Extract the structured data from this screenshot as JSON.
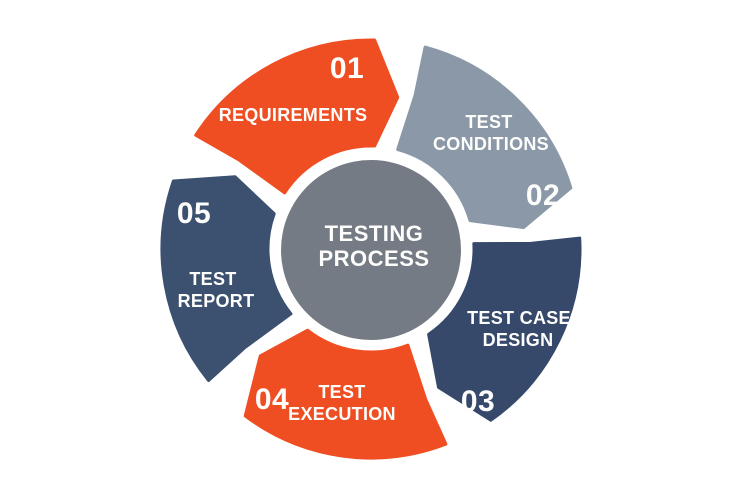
{
  "diagram": {
    "background_color": "#ffffff",
    "text_color": "#fdfdfc",
    "center": {
      "title_lines": [
        "TESTING",
        "PROCESS"
      ],
      "color": "#757b84",
      "text_color": "#fdfdfc"
    },
    "segments": [
      {
        "id": "requirements",
        "number": "01",
        "label_lines": [
          "REQUIREMENTS"
        ],
        "color": "#ef4e23"
      },
      {
        "id": "test-conditions",
        "number": "02",
        "label_lines": [
          "TEST",
          "CONDITIONS"
        ],
        "color": "#8b98a7"
      },
      {
        "id": "test-case-design",
        "number": "03",
        "label_lines": [
          "TEST CASE",
          "DESIGN"
        ],
        "color": "#36496b"
      },
      {
        "id": "test-execution",
        "number": "04",
        "label_lines": [
          "TEST",
          "EXECUTION"
        ],
        "color": "#ef4e23"
      },
      {
        "id": "test-report",
        "number": "05",
        "label_lines": [
          "TEST",
          "REPORT"
        ],
        "color": "#3c5170"
      }
    ]
  }
}
